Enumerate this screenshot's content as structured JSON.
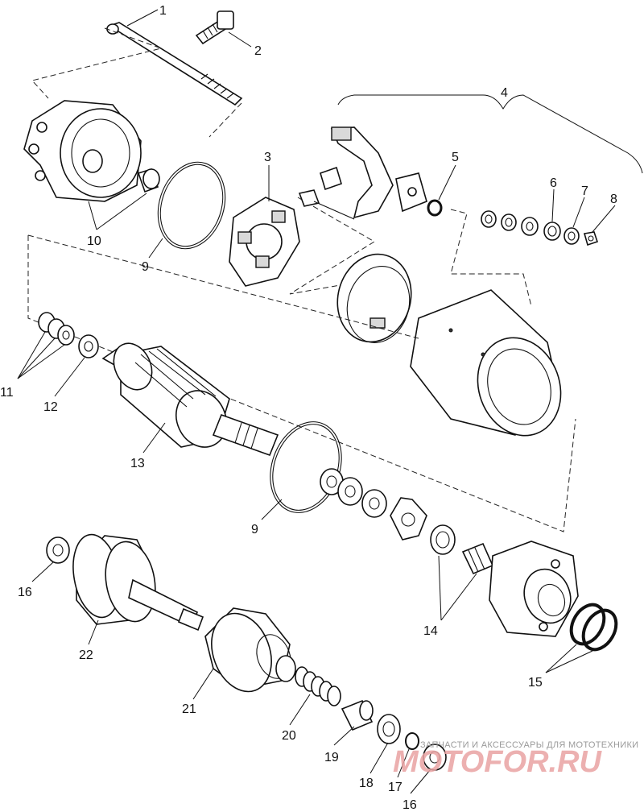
{
  "callouts": [
    {
      "id": "c1",
      "label": "1"
    },
    {
      "id": "c2",
      "label": "2"
    },
    {
      "id": "c3",
      "label": "3"
    },
    {
      "id": "c4",
      "label": "4"
    },
    {
      "id": "c5",
      "label": "5"
    },
    {
      "id": "c6",
      "label": "6"
    },
    {
      "id": "c7",
      "label": "7"
    },
    {
      "id": "c8",
      "label": "8"
    },
    {
      "id": "c9a",
      "label": "9"
    },
    {
      "id": "c10",
      "label": "10"
    },
    {
      "id": "c11",
      "label": "11"
    },
    {
      "id": "c12",
      "label": "12"
    },
    {
      "id": "c13",
      "label": "13"
    },
    {
      "id": "c9b",
      "label": "9"
    },
    {
      "id": "c14",
      "label": "14"
    },
    {
      "id": "c15",
      "label": "15"
    },
    {
      "id": "c16a",
      "label": "16"
    },
    {
      "id": "c22",
      "label": "22"
    },
    {
      "id": "c21",
      "label": "21"
    },
    {
      "id": "c20",
      "label": "20"
    },
    {
      "id": "c19",
      "label": "19"
    },
    {
      "id": "c18",
      "label": "18"
    },
    {
      "id": "c17",
      "label": "17"
    },
    {
      "id": "c16b",
      "label": "16"
    }
  ],
  "watermark": {
    "tagline": "ЗАПЧАСТИ И АКСЕССУАРЫ ДЛЯ МОТОТЕХНИКИ",
    "brand": "MOTOFOR.RU",
    "color": "#e9a3a3"
  }
}
